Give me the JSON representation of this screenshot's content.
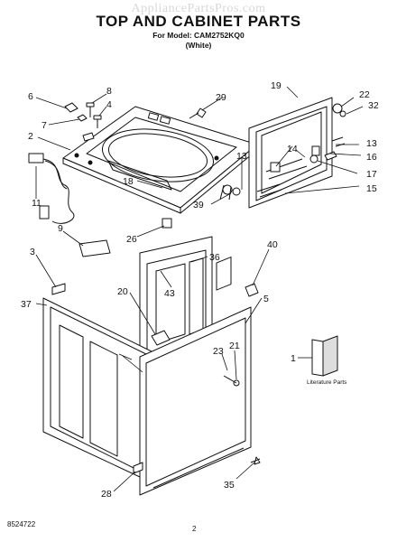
{
  "header": {
    "watermark": "AppliancePartsPros.com",
    "title": "TOP AND CABINET PARTS",
    "model_line": "For Model: CAM2752KQ0",
    "color_line": "(White)"
  },
  "footer": {
    "part_number": "8524722",
    "page_number": "2"
  },
  "diagram": {
    "literature_label": "Literature Parts",
    "callouts": [
      "1",
      "2",
      "3",
      "4",
      "5",
      "6",
      "7",
      "8",
      "9",
      "11",
      "13",
      "13",
      "14",
      "15",
      "16",
      "17",
      "18",
      "19",
      "20",
      "21",
      "22",
      "23",
      "26",
      "28",
      "29",
      "32",
      "35",
      "36",
      "37",
      "39",
      "40",
      "43"
    ]
  }
}
